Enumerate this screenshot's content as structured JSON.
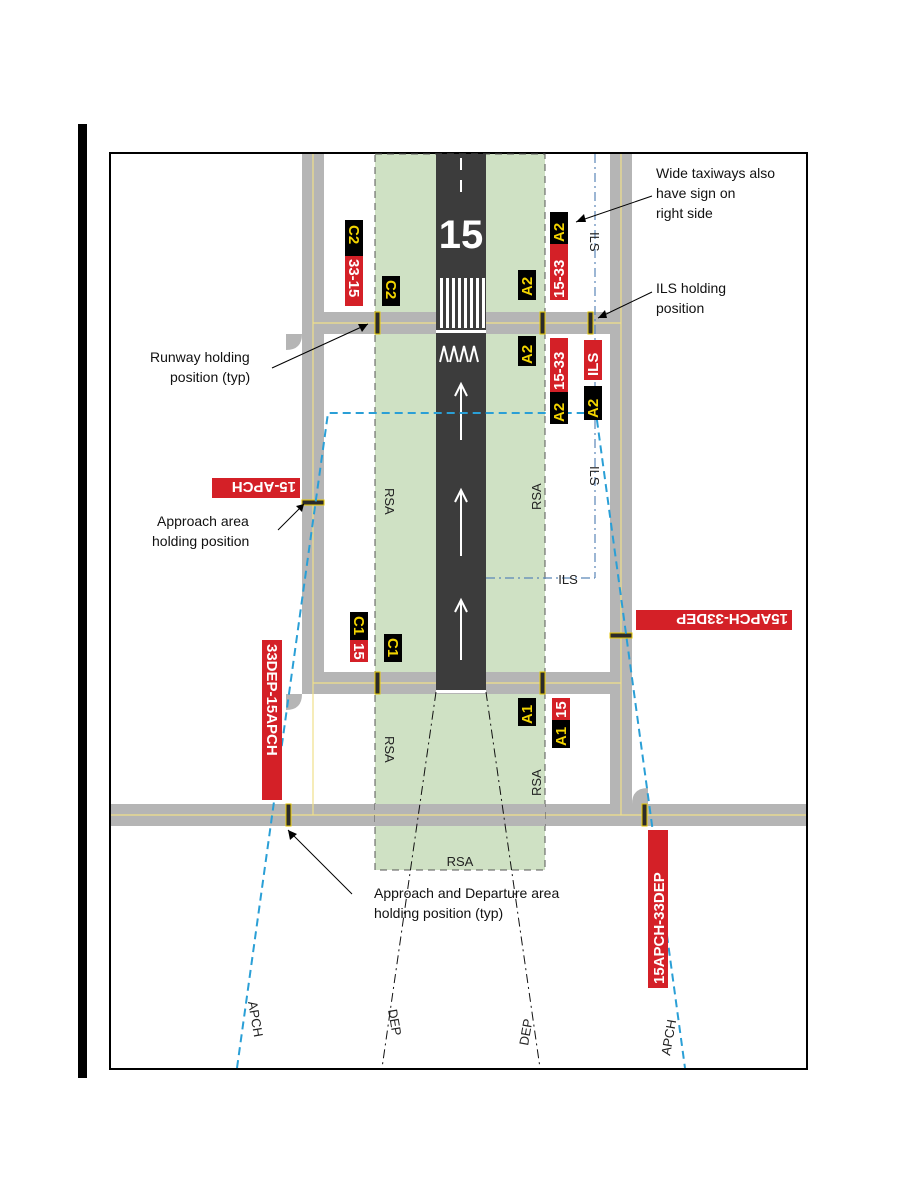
{
  "colors": {
    "taxiway": "#b5b5b5",
    "edge": "#f0e08a",
    "rsa": "#cfe1c4",
    "runway": "#3c3c3c",
    "sign_red": "#d42027",
    "sign_black": "#000000",
    "sign_yellow": "#f2d300",
    "ils_line": "#5b86b8",
    "apch_line": "#2a9fd6",
    "frame": "#000000"
  },
  "runway": {
    "designator": "15"
  },
  "area_labels": {
    "rsa": [
      "RSA",
      "RSA",
      "RSA",
      "RSA",
      "RSA"
    ],
    "ils": [
      "ILS",
      "ILS",
      "ILS"
    ],
    "dep": [
      "DEP",
      "DEP"
    ],
    "apch": [
      "APCH",
      "APCH"
    ]
  },
  "signs": {
    "c2_location": "C2",
    "c2_runway": "33-15",
    "c2_location_b": "C2",
    "a2_top_location": "A2",
    "a2_top_runway": "15-33",
    "a2_top_left": "A2",
    "a2_mid_location": "A2",
    "a2_mid_runway": "15-33",
    "a2_ils_location": "A2",
    "a2_ils": "ILS",
    "a2_lower_location": "A2",
    "apch_left": "15-APCH",
    "apch_right": "15APCH-33DEP",
    "c1_location": "C1",
    "c1_runway": "15",
    "c1_location_b": "C1",
    "a1_location": "A1",
    "a1_runway": "15",
    "a1_location_b": "A1",
    "dep_left": "33DEP-15APCH",
    "dep_right": "15APCH-33DEP"
  },
  "annotations": {
    "wide_taxiways": [
      "Wide taxiways also",
      "have sign on",
      "right side"
    ],
    "ils_holding": [
      "ILS holding",
      "position"
    ],
    "runway_holding": [
      "Runway holding",
      "position (typ)"
    ],
    "approach_holding": [
      "Approach area",
      "holding position"
    ],
    "apch_dep_holding": [
      "Approach and Departure area",
      "holding position (typ)"
    ]
  }
}
